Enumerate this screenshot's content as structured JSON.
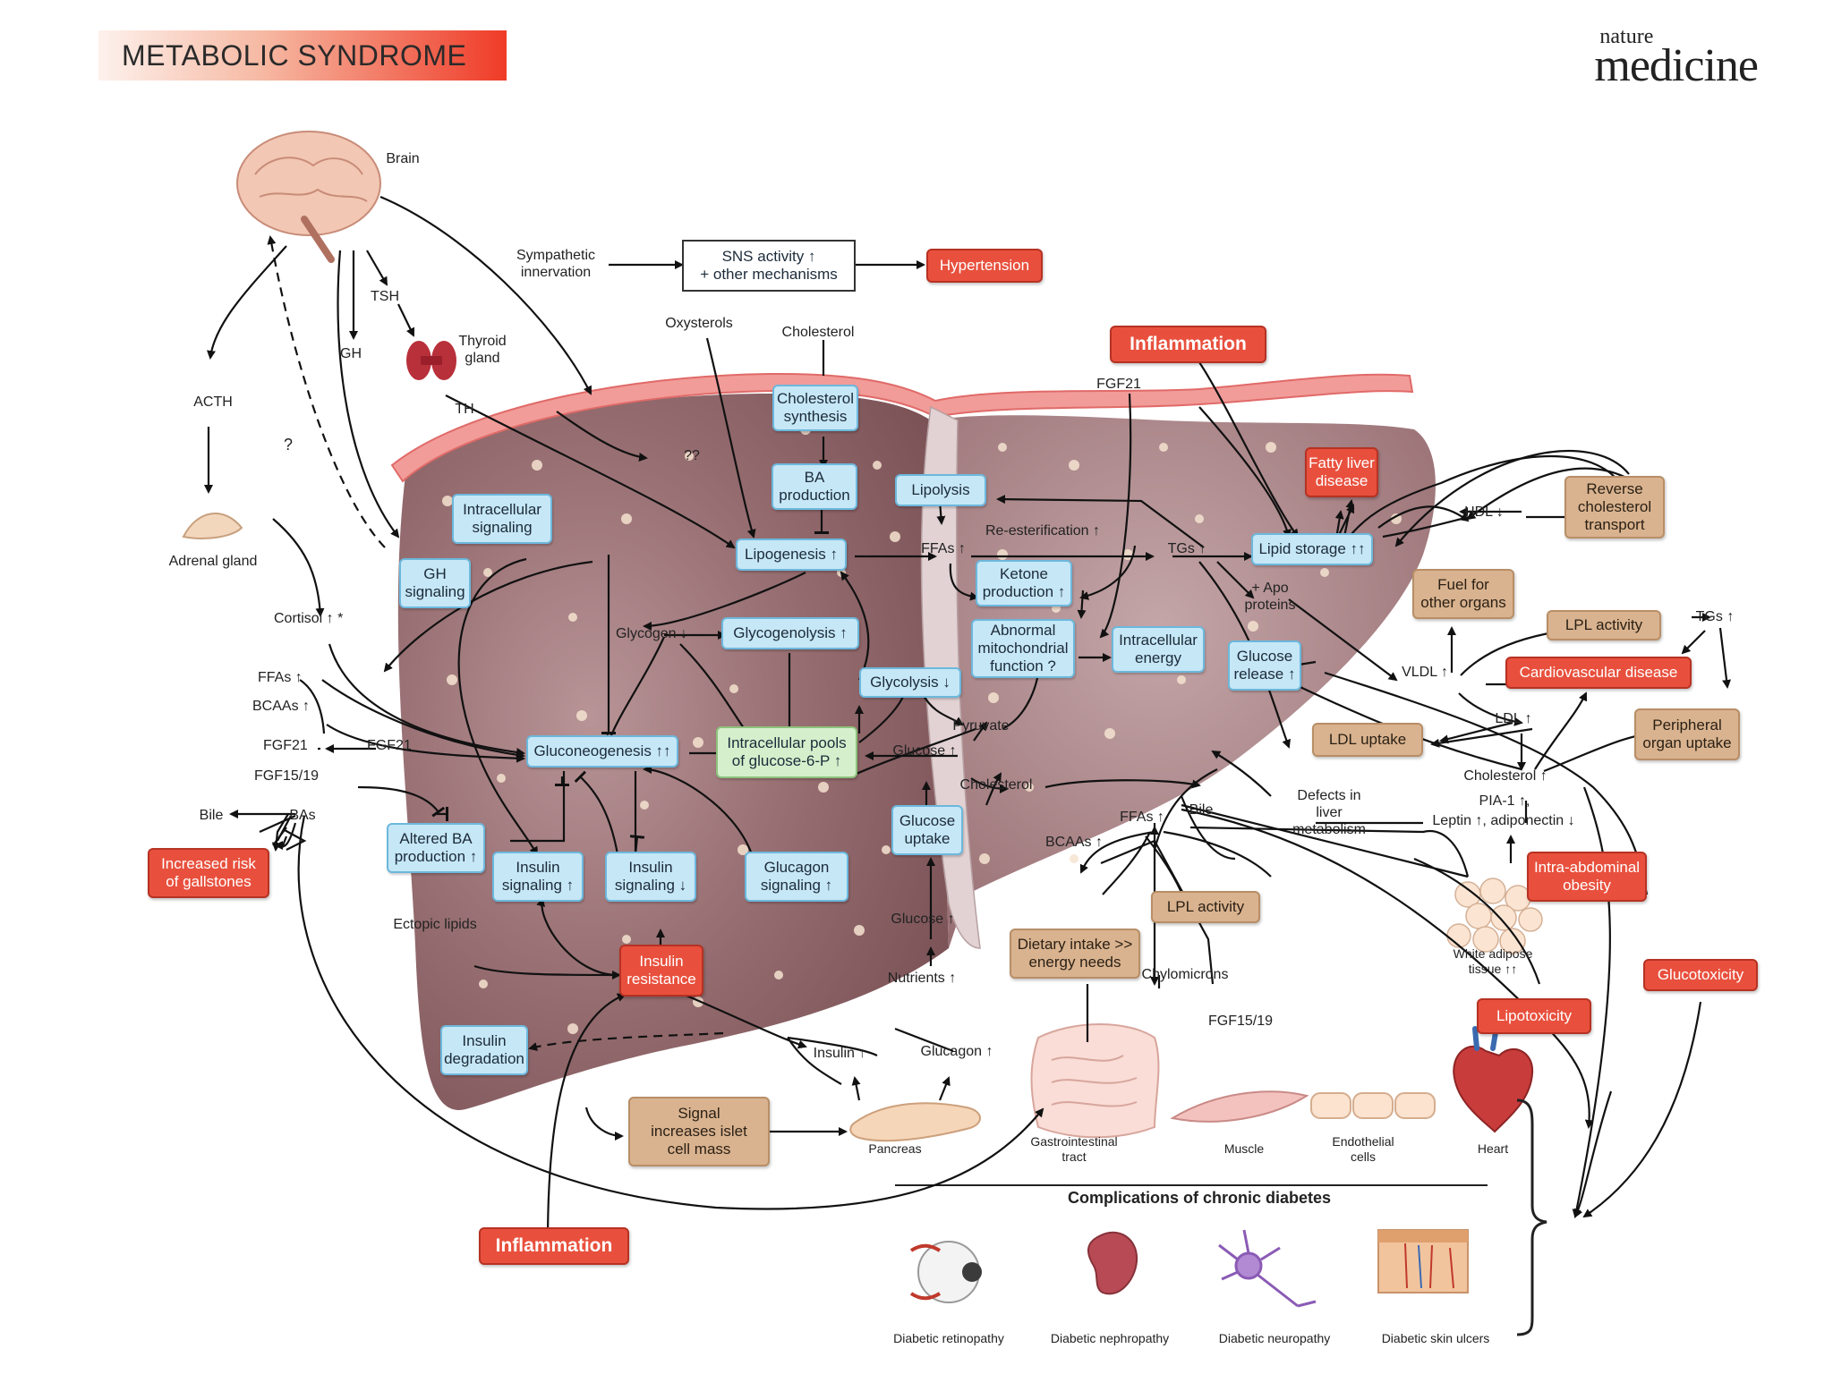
{
  "header": {
    "title": "METABOLIC SYNDROME",
    "journal_top": "nature",
    "journal_bottom": "medicine"
  },
  "colors": {
    "liver": "#8a5f63",
    "liver_light": "#b08a8c",
    "accent_red": "#e8503d",
    "box_blue": "#c6e7f6",
    "box_tan": "#d9b38f",
    "box_green": "#d5efcc"
  },
  "boxes": {
    "sns": "SNS activity ↑\n+ other mechanisms",
    "hypertension": "Hypertension",
    "inflammation_top": "Inflammation",
    "inflammation_bottom": "Inflammation",
    "cholesterol_synthesis": "Cholesterol\nsynthesis",
    "ba_production": "BA\nproduction",
    "lipolysis": "Lipolysis",
    "fatty_liver": "Fatty liver\ndisease",
    "reverse_cholesterol": "Reverse\ncholesterol\ntransport",
    "intracellular_signaling": "Intracellular\nsignaling",
    "gh_signaling": "GH\nsignaling",
    "lipogenesis": "Lipogenesis ↑",
    "ketone_production": "Ketone\nproduction ↑",
    "lipid_storage": "Lipid storage ↑↑",
    "fuel": "Fuel for\nother organs",
    "abnormal_mito": "Abnormal\nmitochondrial\nfunction ?",
    "intracellular_energy": "Intracellular\nenergy",
    "glucose_release": "Glucose\nrelease ↑",
    "lpl_activity_right": "LPL activity",
    "glycogenolysis": "Glycogenolysis ↑",
    "glycolysis": "Glycolysis ↓",
    "cardiovascular": "Cardiovascular disease",
    "gluconeogenesis": "Gluconeogenesis ↑↑",
    "intracellular_pools": "Intracellular pools\nof glucose-6-P ↑",
    "ldl_uptake": "LDL uptake",
    "peripheral": "Peripheral\norgan uptake",
    "altered_ba": "Altered BA\nproduction ↑",
    "increased_risk": "Increased risk\nof gallstones",
    "glucose_uptake": "Glucose\nuptake",
    "insulin_sig_up": "Insulin\nsignaling ↑",
    "insulin_sig_down": "Insulin\nsignaling ↓",
    "glucagon_sig": "Glucagon\nsignaling ↑",
    "intra_abdominal": "Intra-abdominal\nobesity",
    "lpl_activity_mid": "LPL activity",
    "glucotoxicity": "Glucotoxicity",
    "dietary": "Dietary intake >>\nenergy needs",
    "insulin_resistance": "Insulin\nresistance",
    "lipotoxicity": "Lipotoxicity",
    "insulin_degradation": "Insulin\ndegradation",
    "signal_islet": "Signal\nincreases islet\ncell mass"
  },
  "labels": {
    "brain": "Brain",
    "sympathetic": "Sympathetic\ninnervation",
    "tsh": "TSH",
    "thyroid": "Thyroid\ngland",
    "gh": "GH",
    "acth": "ACTH",
    "th": "TH",
    "question": "?",
    "double_question": "??",
    "oxysterols": "Oxysterols",
    "cholesterol_top": "Cholesterol",
    "fgf21_top": "FGF21",
    "adrenal": "Adrenal gland",
    "cortisol": "Cortisol ↑ *",
    "re_esterification": "Re-esterification ↑",
    "ffas_center": "FFAs ↑",
    "tgs_center": "TGs ↑",
    "hdl": "HDL ↓",
    "apo": "+ Apo\nproteins",
    "tgs_right": "TGs ↑",
    "vldl": "VLDL ↑",
    "glycogen": "Glycogen ↓",
    "ffas_left": "FFAs ↑",
    "bcaas_left": "BCAAs ↑",
    "fgf21_left_out": "FGF21",
    "fgf21_left_in": "FGF21",
    "fgf1519_left": "FGF15/19",
    "pyruvate": "Pyruvate",
    "glucose_center": "Glucose ↑",
    "cholesterol_center": "Cholesterol",
    "ldl": "LDL ↑",
    "cholesterol_right": "Cholesterol ↑",
    "bile_left": "Bile",
    "bas": "BAs",
    "bile_right": "Bile",
    "defects": "Defects in\nliver\nmetabolism",
    "pia1": "PIA-1 ↑,",
    "leptin": "Leptin ↑, adiponectin ↓",
    "ffas_bottom": "FFAs ↑",
    "bcaas_bottom": "BCAAs ↑",
    "ectopic": "Ectopic lipids",
    "glucose_bottom": "Glucose ↑",
    "white_adipose": "White adipose\ntissue ↑↑",
    "nutrients": "Nutrients ↑",
    "chylomicrons": "Chylomicrons",
    "fgf1519_bottom": "FGF15/19",
    "insulin": "Insulin ↑",
    "glucagon": "Glucagon ↑",
    "pancreas": "Pancreas",
    "gi_tract": "Gastrointestinal\ntract",
    "muscle": "Muscle",
    "endothelial": "Endothelial\ncells",
    "heart": "Heart",
    "complications": "Complications of chronic diabetes",
    "retinopathy": "Diabetic retinopathy",
    "nephropathy": "Diabetic nephropathy",
    "neuropathy": "Diabetic neuropathy",
    "skin_ulcers": "Diabetic skin ulcers"
  }
}
